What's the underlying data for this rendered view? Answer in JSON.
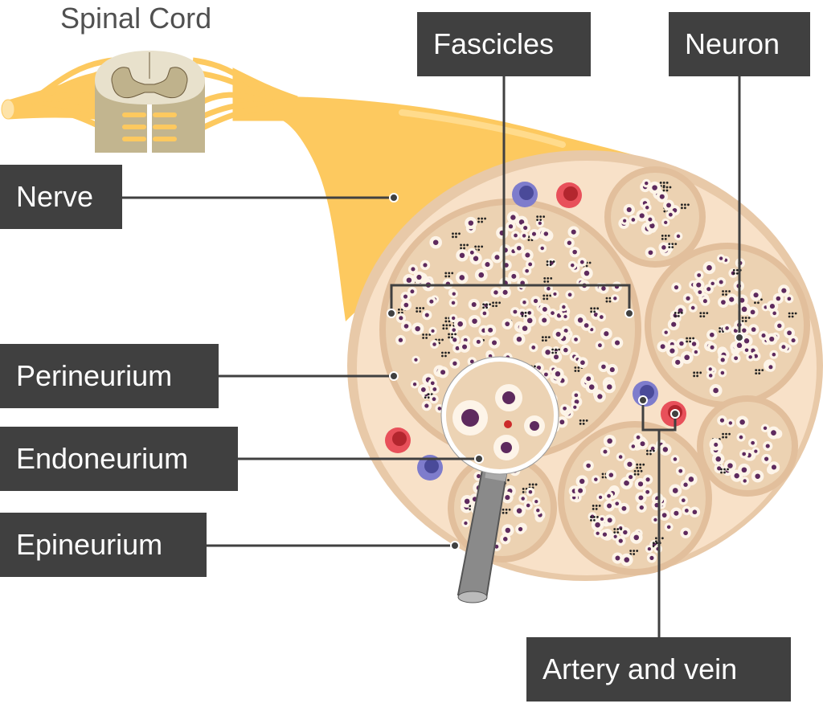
{
  "title": "Spinal Cord",
  "labels": {
    "fascicles": "Fascicles",
    "neuron": "Neuron",
    "nerve": "Nerve",
    "perineurium": "Perineurium",
    "endoneurium": "Endoneurium",
    "epineurium": "Epineurium",
    "artery_vein": "Artery and vein"
  },
  "colors": {
    "label_bg": "#404040",
    "nerve_yellow": "#fdc95f",
    "epineurium": "#f6dcc0",
    "fascicle": "#e9cfae",
    "axon": "#5e2a5e",
    "artery": "#e8505a",
    "vein": "#7e7ccc",
    "leader": "#404040"
  }
}
